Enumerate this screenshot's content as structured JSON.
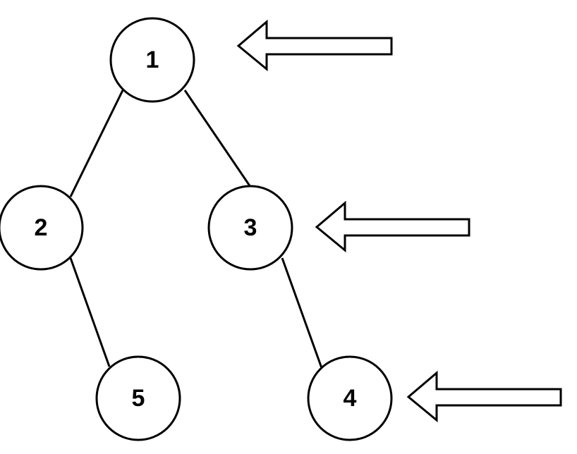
{
  "diagram": {
    "nodes": [
      {
        "id": "n1",
        "label": "1"
      },
      {
        "id": "n2",
        "label": "2"
      },
      {
        "id": "n3",
        "label": "3"
      },
      {
        "id": "n5",
        "label": "5"
      },
      {
        "id": "n4",
        "label": "4"
      }
    ],
    "edges": [
      {
        "from": "1",
        "to": "2"
      },
      {
        "from": "1",
        "to": "3"
      },
      {
        "from": "2",
        "to": "5"
      },
      {
        "from": "3",
        "to": "4"
      }
    ],
    "arrows_point_to": [
      "1",
      "3",
      "4"
    ]
  }
}
